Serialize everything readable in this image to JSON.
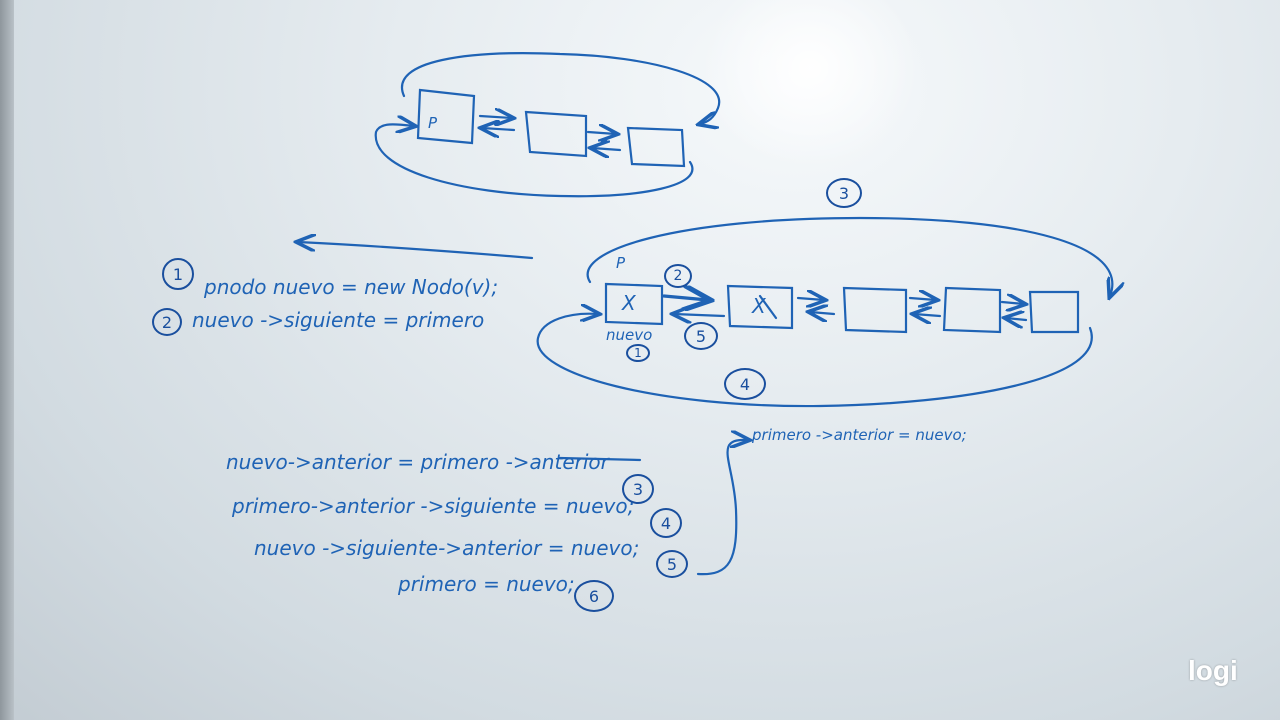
{
  "nodes": {
    "top_p": "P",
    "p_label": "P",
    "x_node": "X",
    "struck_node": "X",
    "nuevo_label": "nuevo"
  },
  "badges": {
    "b3_top": "3",
    "b2_arrow": "2",
    "b5_arrow": "5",
    "b1_nuevo": "1",
    "b4_bottom": "4",
    "b1_code": "1",
    "b2_code": "2",
    "b3_code": "3",
    "b4_code": "4",
    "b5_code": "5",
    "b6_code": "6"
  },
  "code": {
    "line1": "pnodo nuevo = new Nodo(v);",
    "line2": "nuevo ->siguiente = primero",
    "line3": "nuevo->anterior = primero ->anterior",
    "line4": "primero->anterior ->siguiente = nuevo;",
    "line5": "nuevo ->siguiente->anterior = nuevo;",
    "line6": "primero = nuevo;",
    "side_note": "primero ->anterior = nuevo;"
  },
  "logo": "logi",
  "colors": {
    "ink": "#1f63b5",
    "ink_dark": "#1a4f9e",
    "board": "#e6ecf0"
  }
}
